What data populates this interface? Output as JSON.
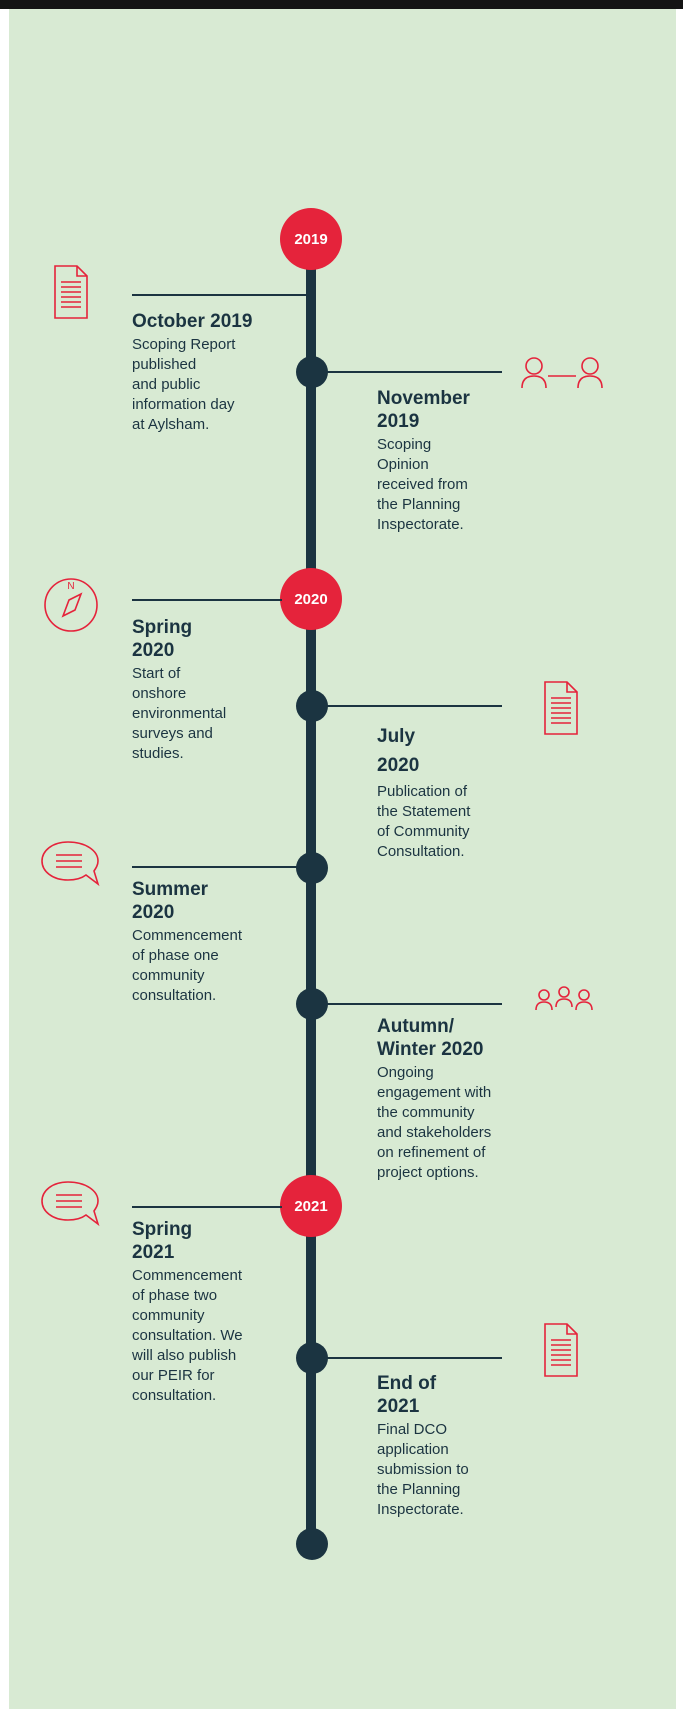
{
  "timeline": {
    "years": [
      "2019",
      "2020",
      "2021"
    ],
    "events": [
      {
        "title": "October 2019",
        "desc": "Scoping Report\npublished\nand public\ninformation day\nat Aylsham.",
        "icon": "document-icon"
      },
      {
        "title": "November\n2019",
        "desc": "Scoping\nOpinion\nreceived from\nthe Planning\nInspectorate.",
        "icon": "people-connection-icon"
      },
      {
        "title": "Spring\n2020",
        "desc": "Start of\nonshore\nenvironmental\nsurveys and\nstudies.",
        "icon": "compass-icon",
        "compass_letter": "N"
      },
      {
        "title": "July\n2020",
        "desc": "Publication of\nthe Statement\nof Community\nConsultation.",
        "icon": "document-icon"
      },
      {
        "title": "Summer\n2020",
        "desc": "Commencement\nof phase one\ncommunity\nconsultation.",
        "icon": "speech-bubble-icon"
      },
      {
        "title": "Autumn/\nWinter 2020",
        "desc": "Ongoing\nengagement with\nthe community\nand stakeholders\non refinement of\nproject options.",
        "icon": "group-icon"
      },
      {
        "title": "Spring\n2021",
        "desc": "Commencement\nof phase two\ncommunity\nconsultation. We\nwill also publish\nour PEIR for\nconsultation.",
        "icon": "speech-bubble-icon"
      },
      {
        "title": "End of\n2021",
        "desc": "Final DCO\napplication\nsubmission to\nthe Planning\nInspectorate.",
        "icon": "document-icon"
      }
    ]
  },
  "colors": {
    "background": "#d8ead3",
    "line": "#1b3441",
    "accent": "#e5233b",
    "text": "#1b3441"
  }
}
